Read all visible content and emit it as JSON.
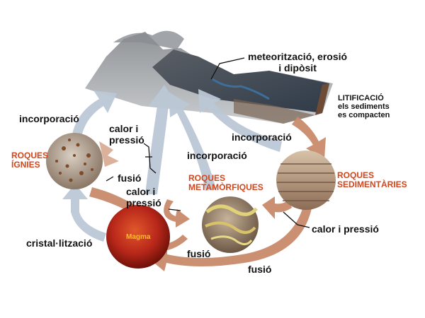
{
  "diagram": {
    "rock_types": {
      "igneous": [
        "ROQUES",
        "ÍGNIES"
      ],
      "metamorphic": [
        "ROQUES",
        "METAMÒRFIQUES"
      ],
      "sedimentary": [
        "ROQUES",
        "SEDIMENTÀRIES"
      ],
      "magma": "Magma"
    },
    "process_labels": {
      "weathering_line1": "meteorització, erosió",
      "weathering_line2": "i dipòsit",
      "lithification_title": "LITIFICACIÓ",
      "lithification_line1": "els sediments",
      "lithification_line2": "es compacten",
      "incorporation_left": "incorporació",
      "incorporation_middle": "incorporació",
      "incorporation_right": "incorporació",
      "heat_pressure_top_1": "calor i",
      "heat_pressure_top_2": "pressió",
      "heat_pressure_mid_1": "calor i",
      "heat_pressure_mid_2": "pressió",
      "heat_pressure_right": "calor i pressió",
      "melting_left": "fusió",
      "melting_center": "fusió",
      "melting_bottom": "fusió",
      "crystallization": "cristal·lització"
    },
    "colors": {
      "rock_label": "#d2461c",
      "arrow_grey": "#bcc8d6",
      "arrow_brown": "#c98a6a",
      "magma": "#b5261b"
    }
  }
}
